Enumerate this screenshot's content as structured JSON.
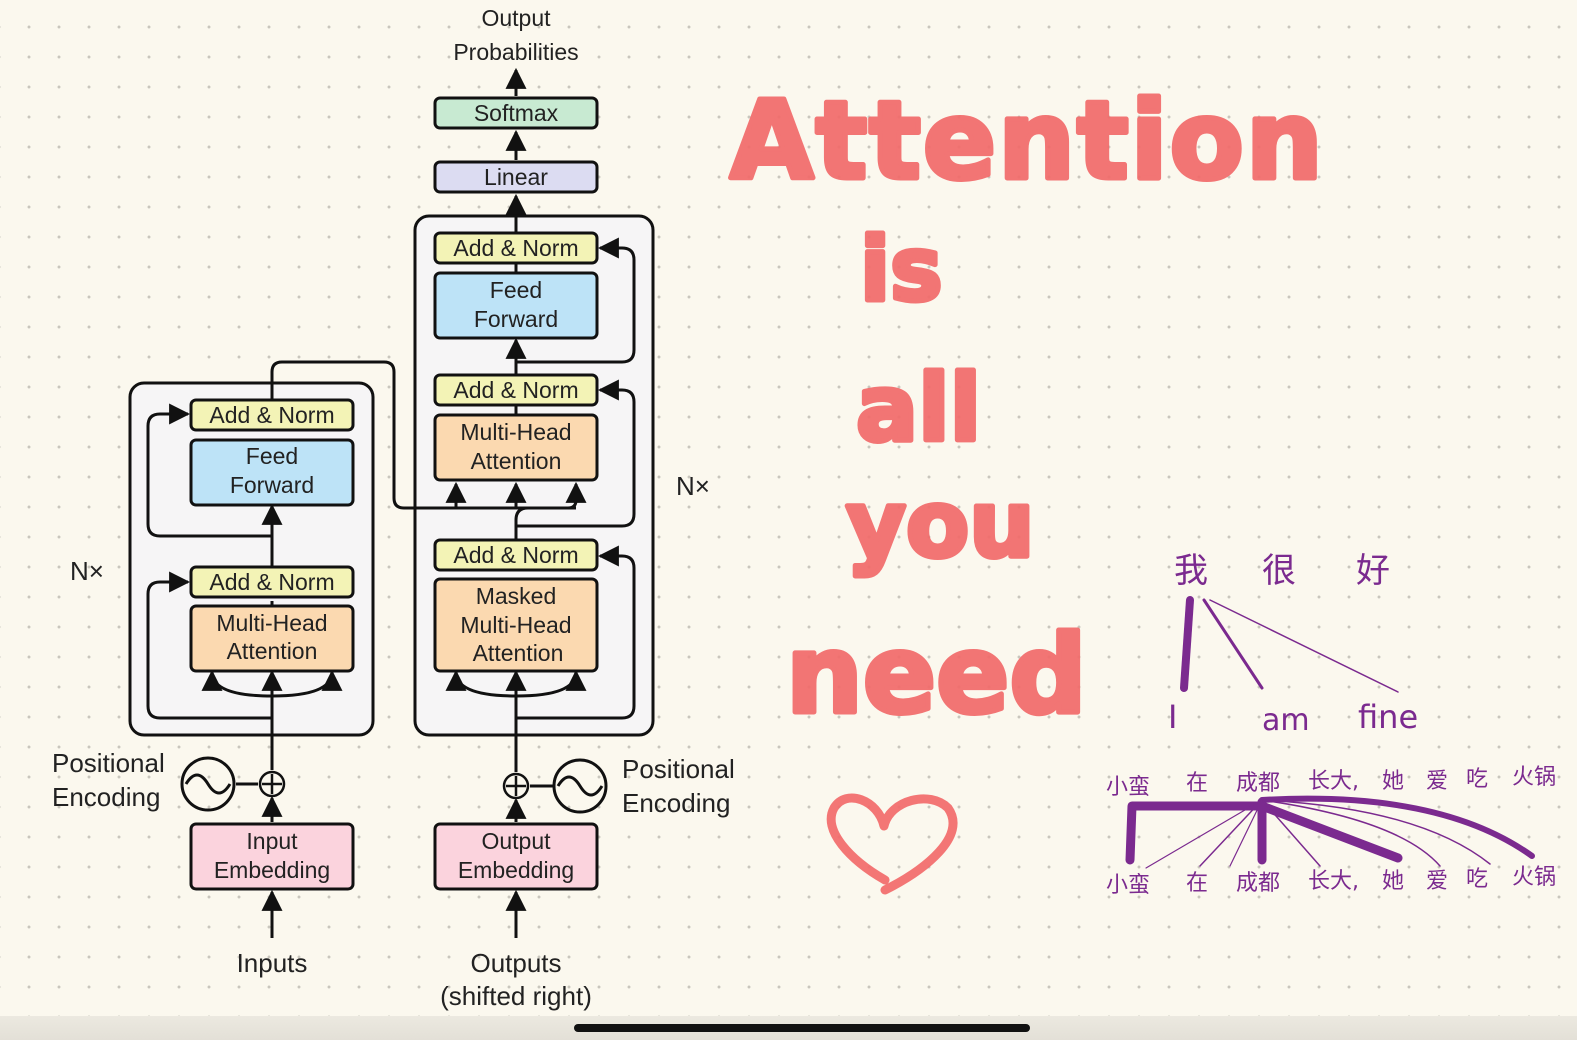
{
  "transformer": {
    "output_probabilities": [
      "Output",
      "Probabilities"
    ],
    "softmax": "Softmax",
    "linear": "Linear",
    "decoder": {
      "add_norm_top": "Add & Norm",
      "feed_forward": [
        "Feed",
        "Forward"
      ],
      "add_norm_mid": "Add & Norm",
      "multi_head_attention": [
        "Multi-Head",
        "Attention"
      ],
      "add_norm_bottom": "Add & Norm",
      "masked_attention": [
        "Masked",
        "Multi-Head",
        "Attention"
      ],
      "nx": "N×"
    },
    "encoder": {
      "add_norm_top": "Add & Norm",
      "feed_forward": [
        "Feed",
        "Forward"
      ],
      "add_norm_bottom": "Add & Norm",
      "multi_head_attention": [
        "Multi-Head",
        "Attention"
      ],
      "nx": "N×"
    },
    "positional_encoding_left": [
      "Positional",
      "Encoding"
    ],
    "positional_encoding_right": [
      "Positional",
      "Encoding"
    ],
    "input_embedding": [
      "Input",
      "Embedding"
    ],
    "output_embedding": [
      "Output",
      "Embedding"
    ],
    "inputs": "Inputs",
    "outputs": [
      "Outputs",
      "(shifted right)"
    ]
  },
  "handwriting": {
    "title_words": [
      "Attention",
      "is",
      "all",
      "you",
      "need"
    ],
    "heart": "♡",
    "example1": {
      "chinese": [
        "我",
        "很",
        "好"
      ],
      "english": [
        "I",
        "am",
        "fine"
      ]
    },
    "example2": {
      "top": [
        "小蛮",
        "在",
        "成都",
        "长大,",
        "她",
        "爱",
        "吃",
        "火锅"
      ],
      "bottom": [
        "小蛮",
        "在",
        "成都",
        "长大,",
        "她",
        "爱",
        "吃",
        "火锅"
      ]
    }
  },
  "colors": {
    "add_norm": "#f3f3b6",
    "feed_forward": "#bde3f7",
    "attention": "#fbd9b0",
    "embedding": "#fbd3dd",
    "softmax": "#c8ead2",
    "linear": "#dcdcf2",
    "handwriting_red": "#f26a6a",
    "handwriting_purple": "#7b2a8f"
  }
}
